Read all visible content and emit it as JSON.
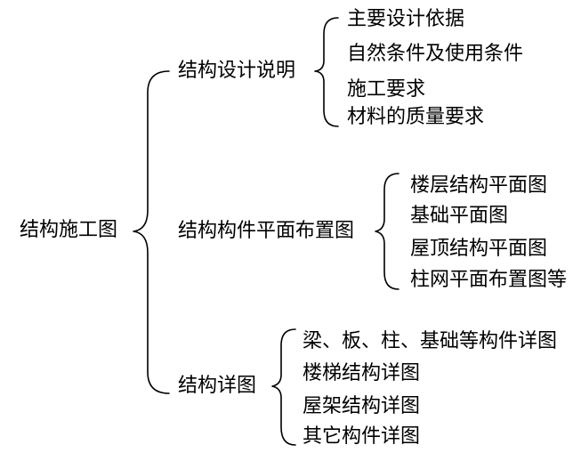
{
  "root": {
    "label": "结构施工图"
  },
  "branches": [
    {
      "label": "结构设计说明",
      "items": [
        "主要设计依据",
        "自然条件及使用条件",
        "施工要求",
        "材料的质量要求"
      ]
    },
    {
      "label": "结构构件平面布置图",
      "items": [
        "楼层结构平面图",
        "基础平面图",
        "屋顶结构平面图",
        "柱网平面布置图等"
      ]
    },
    {
      "label": "结构详图",
      "items": [
        "梁、板、柱、基础等构件详图",
        "楼梯结构详图",
        "屋架结构详图",
        "其它构件详图"
      ]
    }
  ]
}
